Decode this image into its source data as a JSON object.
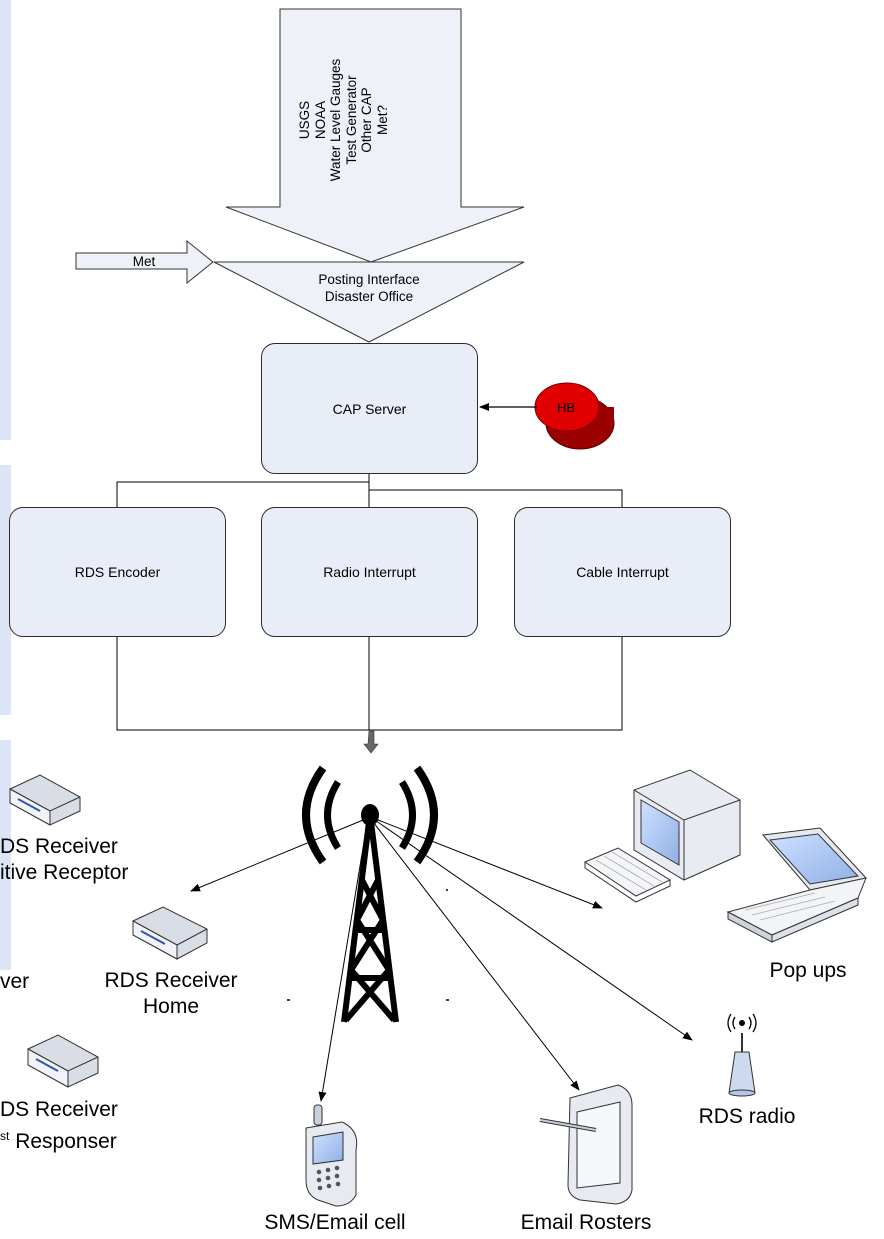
{
  "sources": {
    "lines": [
      "USGS",
      "NOAA",
      "Water Level Gauges",
      "Test Generator",
      "Other CAP",
      "Met?"
    ]
  },
  "met_arrow": "Met",
  "posting_interface": {
    "line1": "Posting Interface",
    "line2": "Disaster Office"
  },
  "cap_server": "CAP Server",
  "heartbeat": "HB",
  "outputs": {
    "rds_encoder": "RDS Encoder",
    "radio_interrupt": "Radio Interrupt",
    "cable_interrupt": "Cable Interrupt"
  },
  "receivers": {
    "sensitive": {
      "line1": "DS Receiver",
      "line2": "itive Receptor"
    },
    "left_cut": "ver",
    "home": {
      "line1": "RDS Receiver",
      "line2": "Home"
    },
    "responder": {
      "line1": "RDS Receiver",
      "line2_sup": "st",
      "line2": "Responser",
      "line1_cut": "DS Receiver"
    }
  },
  "endpoints": {
    "popups": "Pop ups",
    "rds_radio": "RDS radio",
    "sms": "SMS/Email cell",
    "email": "Email Rosters"
  },
  "colors": {
    "box_fill": "#e9edf7",
    "arrow_fill": "#eef1f8",
    "hb_red": "#e00000",
    "hb_dark": "#9b0000",
    "sidebar": "#dbe5f5"
  }
}
